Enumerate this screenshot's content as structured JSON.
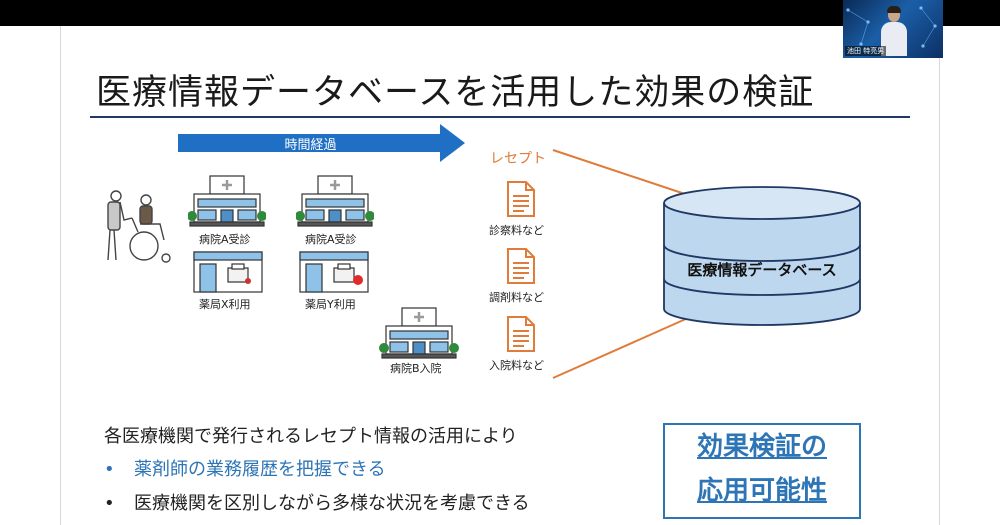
{
  "slide": {
    "title": "医療情報データベースを活用した効果の検証",
    "arrow_label": "時間経過",
    "receipt_header": "レセプト",
    "facilities": [
      {
        "label": "病院A受診"
      },
      {
        "label": "病院A受診"
      },
      {
        "label": "薬局X利用"
      },
      {
        "label": "薬局Y利用"
      },
      {
        "label": "病院B入院"
      }
    ],
    "receipts": [
      {
        "label": "診察料など"
      },
      {
        "label": "調剤料など"
      },
      {
        "label": "入院料など"
      }
    ],
    "database_label": "医療情報データベース",
    "summary": "各医療機関で発行されるレセプト情報の活用により",
    "bullets": [
      {
        "text": "薬剤師の業務履歴を把握できる",
        "color": "#2e75b6"
      },
      {
        "text": "医療機関を区別しながら多様な状況を考慮できる",
        "color": "#222222"
      }
    ],
    "effect_box": {
      "line1": "効果検証の",
      "line2": "応用可能性"
    }
  },
  "video": {
    "name": "池田 特亮男"
  },
  "colors": {
    "accent_blue": "#2e75b6",
    "arrow_blue": "#1f6fc4",
    "orange": "#e07b39",
    "title_rule": "#1f3864",
    "db_fill": "#bdd7ee",
    "db_stroke": "#1f3864"
  },
  "icons": [
    "patient-wheelchair-icon",
    "hospital-icon",
    "pharmacy-icon",
    "document-icon",
    "database-cylinder-icon"
  ]
}
